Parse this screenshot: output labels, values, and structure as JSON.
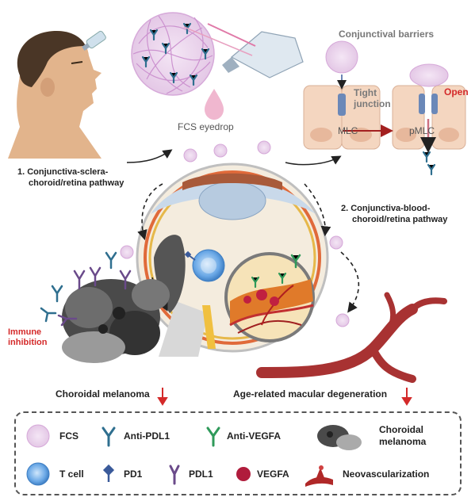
{
  "diagram": {
    "eyedrop_label": "FCS eyedrop",
    "barrier_title": "Conjunctival barriers",
    "tight_junction": [
      "Tight",
      "junction"
    ],
    "open_label": "Open",
    "mlc_label": "MLC",
    "pmlc_label": "pMLC",
    "pathway1": [
      "1. Conjunctiva-sclera-",
      "choroid/retina pathway"
    ],
    "pathway2": [
      "2. Conjunctiva-blood-",
      "choroid/retina pathway"
    ],
    "immune": [
      "Immune",
      "inhibition"
    ],
    "disease_left": "Choroidal melanoma",
    "disease_right": "Age-related macular degeneration",
    "colors": {
      "red_accent": "#d42a2a",
      "anti_pdl1": "#2f6f8f",
      "anti_vegfa": "#2f9a5a",
      "pdl1": "#6a4a8a",
      "vessel": "#a83232",
      "fcs": "#c7a3c9"
    }
  },
  "legend": {
    "items": [
      {
        "icon": "fcs-icon",
        "label": "FCS"
      },
      {
        "icon": "anti-pdl1-icon",
        "label": "Anti-PDL1"
      },
      {
        "icon": "anti-vegfa-icon",
        "label": "Anti-VEGFA"
      },
      {
        "icon": "choroidal-melanoma-icon",
        "label": "Choroidal melanoma"
      },
      {
        "icon": "t-cell-icon",
        "label": "T cell"
      },
      {
        "icon": "pd1-icon",
        "label": "PD1"
      },
      {
        "icon": "pdl1-icon",
        "label": "PDL1"
      },
      {
        "icon": "vegfa-icon",
        "label": "VEGFA"
      },
      {
        "icon": "neovascularization-icon",
        "label": "Neovascularization"
      }
    ]
  }
}
